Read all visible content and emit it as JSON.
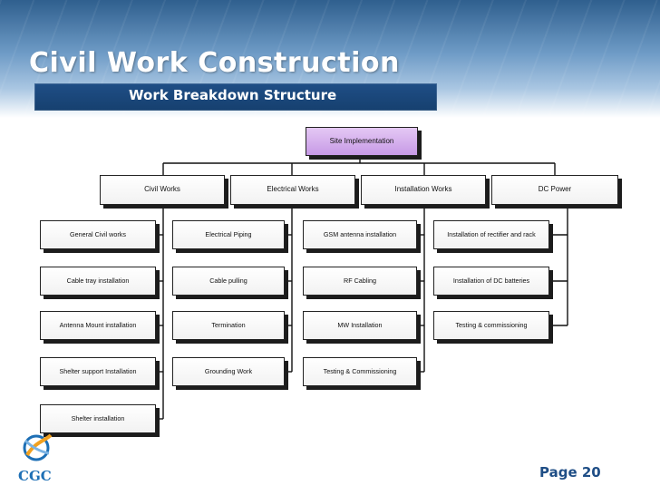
{
  "slide": {
    "title": "Civil Work Construction",
    "subtitle": "Work Breakdown Structure",
    "page": "Page 20",
    "logo_text": "CGC",
    "colors": {
      "title_bar": "#1f4e86",
      "root_box": "#c79ae6",
      "page_number": "#1f4e86",
      "logo": "#1d6fb5"
    }
  },
  "wbs": {
    "root": "Site Implementation",
    "categories": [
      {
        "label": "Civil Works",
        "items": [
          "General Civil works",
          "Cable tray installation",
          "Antenna Mount installation",
          "Shelter support Installation",
          "Shelter  installation"
        ]
      },
      {
        "label": "Electrical Works",
        "items": [
          "Electrical Piping",
          "Cable pulling",
          "Termination",
          "Grounding Work"
        ]
      },
      {
        "label": "Installation  Works",
        "items": [
          "GSM antenna installation",
          "RF Cabling",
          "MW Installation",
          "Testing & Commissioning"
        ]
      },
      {
        "label": "DC Power",
        "items": [
          "Installation of rectifier and rack",
          "Installation of DC batteries",
          "Testing & commissioning"
        ]
      }
    ]
  }
}
